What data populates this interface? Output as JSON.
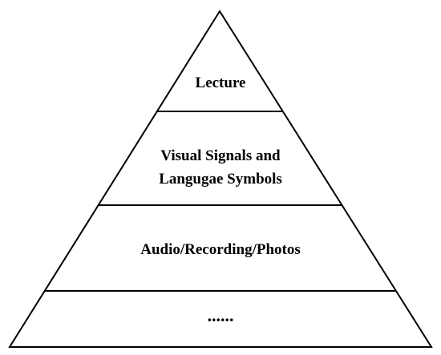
{
  "pyramid": {
    "stroke_color": "#000000",
    "fill_color": "#ffffff",
    "tiers": [
      {
        "lines": [
          "Lecture"
        ]
      },
      {
        "lines": [
          "Visual Signals and",
          "Langugae Symbols"
        ]
      },
      {
        "lines": [
          "Audio/Recording/Photos"
        ]
      },
      {
        "lines": [
          "......"
        ]
      }
    ]
  }
}
